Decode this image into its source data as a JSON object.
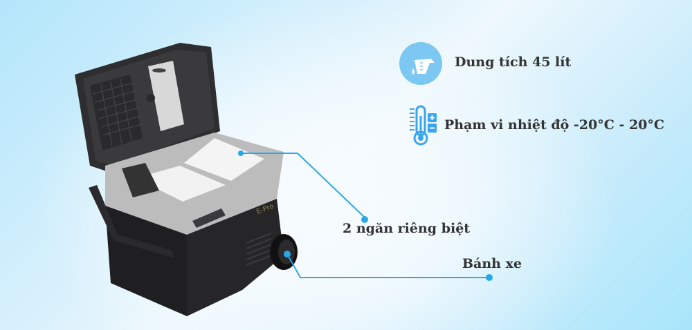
{
  "features": [
    {
      "icon": "measuring-cup-icon",
      "label": "Dung tích 45 lít"
    },
    {
      "icon": "thermometer-icon",
      "label": "Phạm vi nhiệt độ -20°C - 20°C"
    }
  ],
  "callouts": [
    {
      "label": "2 ngăn riêng biệt"
    },
    {
      "label": "Bánh xe"
    }
  ],
  "product": {
    "brand": "E-Pro"
  },
  "colors": {
    "accent": "#29a8e8",
    "icon_bg": "#7cc8f2",
    "text": "#333333"
  }
}
